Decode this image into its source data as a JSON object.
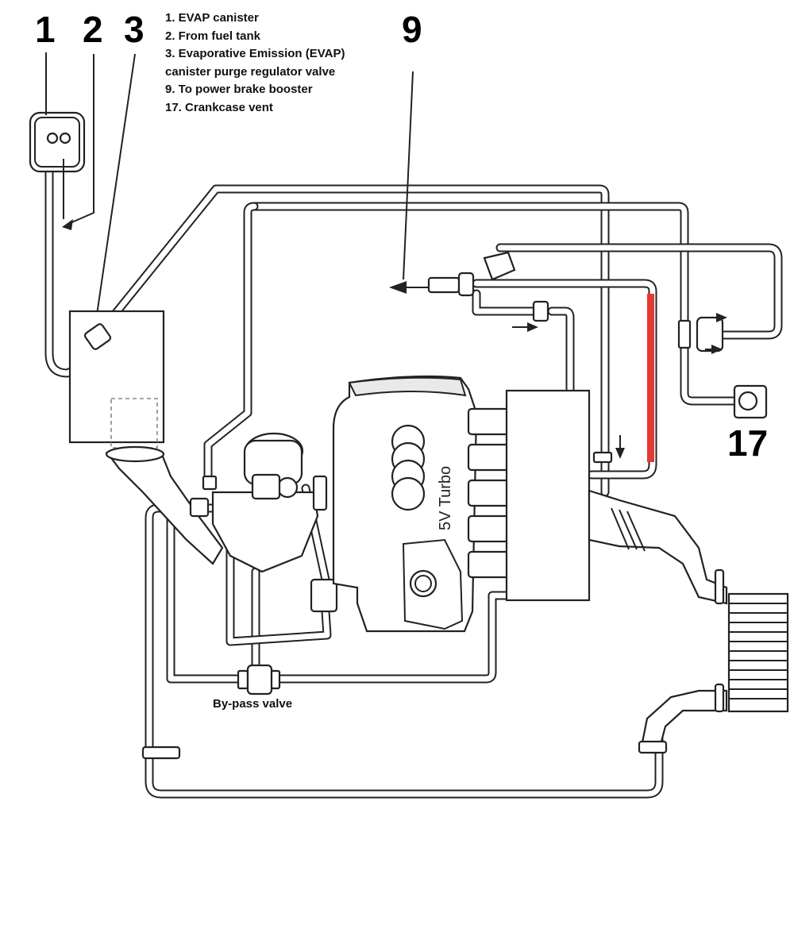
{
  "callouts": {
    "c1": "1",
    "c2": "2",
    "c3": "3",
    "c9": "9",
    "c17": "17"
  },
  "legend": [
    "1. EVAP canister",
    "2. From fuel tank",
    "3. Evaporative Emission (EVAP)",
    "canister purge regulator valve",
    "9. To power brake booster",
    "17. Crankcase vent"
  ],
  "labels": {
    "bypass": "By-pass valve",
    "engine_badge": "5V  Turbo"
  },
  "colors": {
    "line": "#222222",
    "highlight": "#e53935",
    "background": "#ffffff"
  }
}
